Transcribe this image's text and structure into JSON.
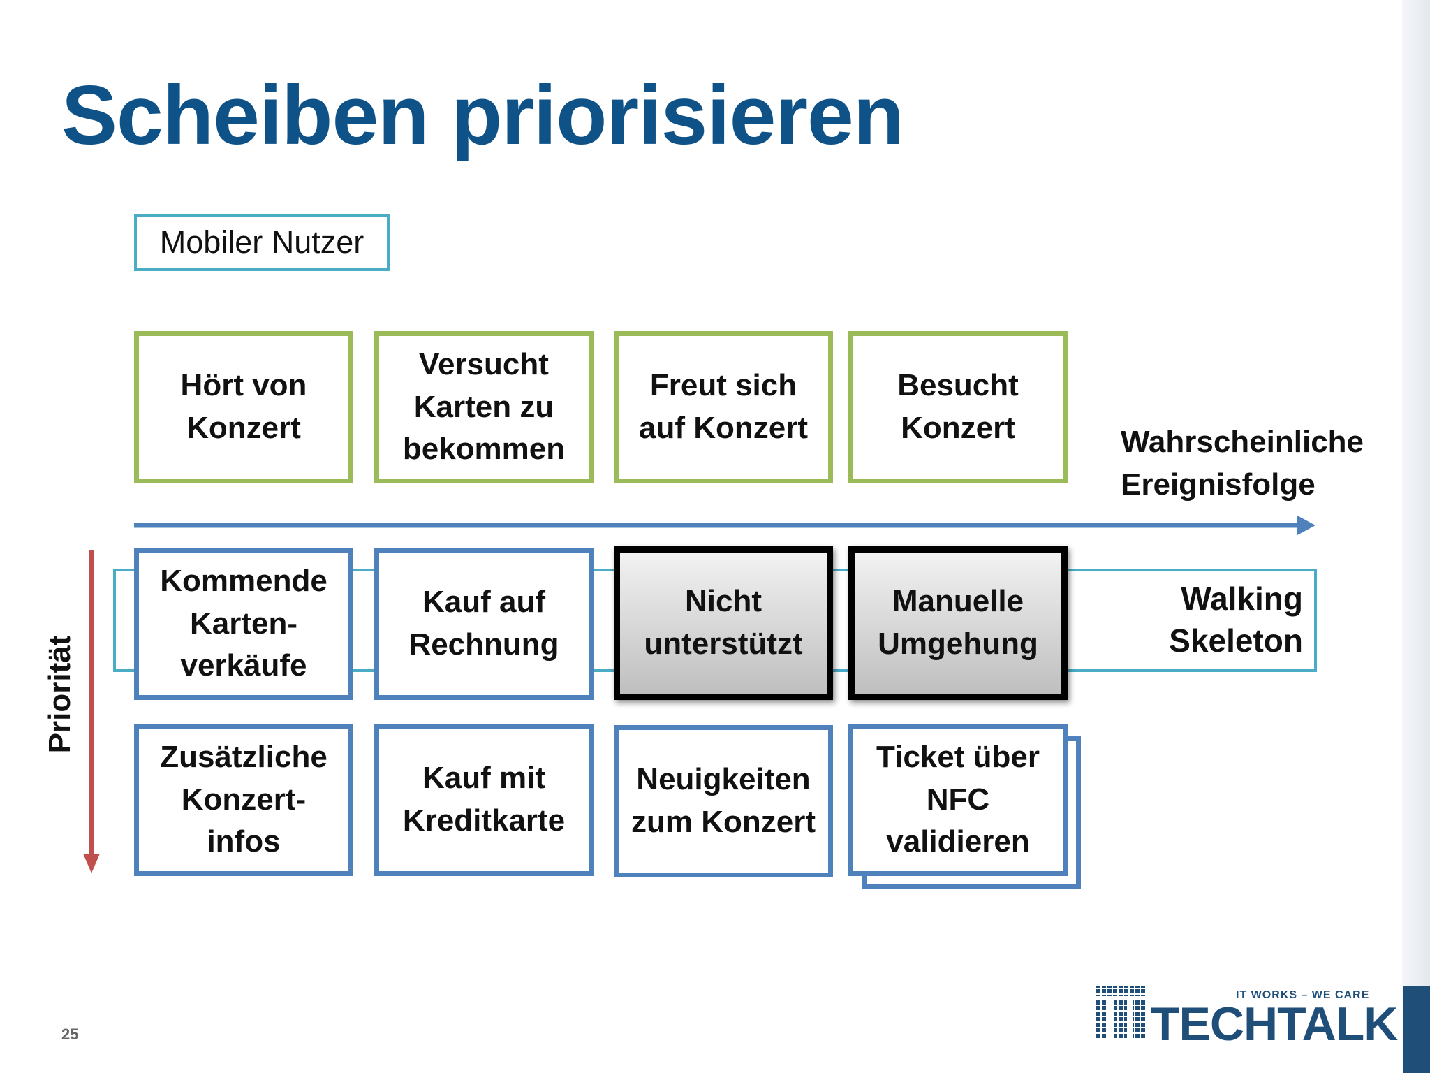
{
  "slide": {
    "title": "Scheiben priorisieren",
    "page_number": "25",
    "colors": {
      "title": "#0f5288",
      "activity_border": "#9bbb59",
      "story_border": "#4f81bd",
      "skeleton_border": "#4bacc6",
      "timeline_arrow": "#4f81bd",
      "priority_arrow": "#c0504d",
      "highlight_border": "#000000"
    }
  },
  "persona": {
    "label": "Mobiler Nutzer"
  },
  "activities": [
    "Hört von\nKonzert",
    "Versucht\nKarten zu\nbekommen",
    "Freut sich\nauf Konzert",
    "Besucht\nKonzert"
  ],
  "timeline": {
    "label": "Wahrscheinliche\nEreignisfolge"
  },
  "priority": {
    "label": "Priorität"
  },
  "skeleton": {
    "label": "Walking\nSkeleton"
  },
  "row1": [
    "Kommende\nKarten-\nverkäufe",
    "Kauf auf\nRechnung",
    "Nicht\nunterstützt",
    "Manuelle\nUmgehung"
  ],
  "row2": [
    "Zusätzliche\nKonzert-\ninfos",
    "Kauf mit\nKreditkarte",
    "Neuigkeiten\nzum Konzert",
    "Ticket über\nNFC\nvalidieren"
  ],
  "logo": {
    "tagline": "IT WORKS – WE CARE",
    "brand": "TECHTALK",
    "icon": "it-grid-logo-icon"
  }
}
